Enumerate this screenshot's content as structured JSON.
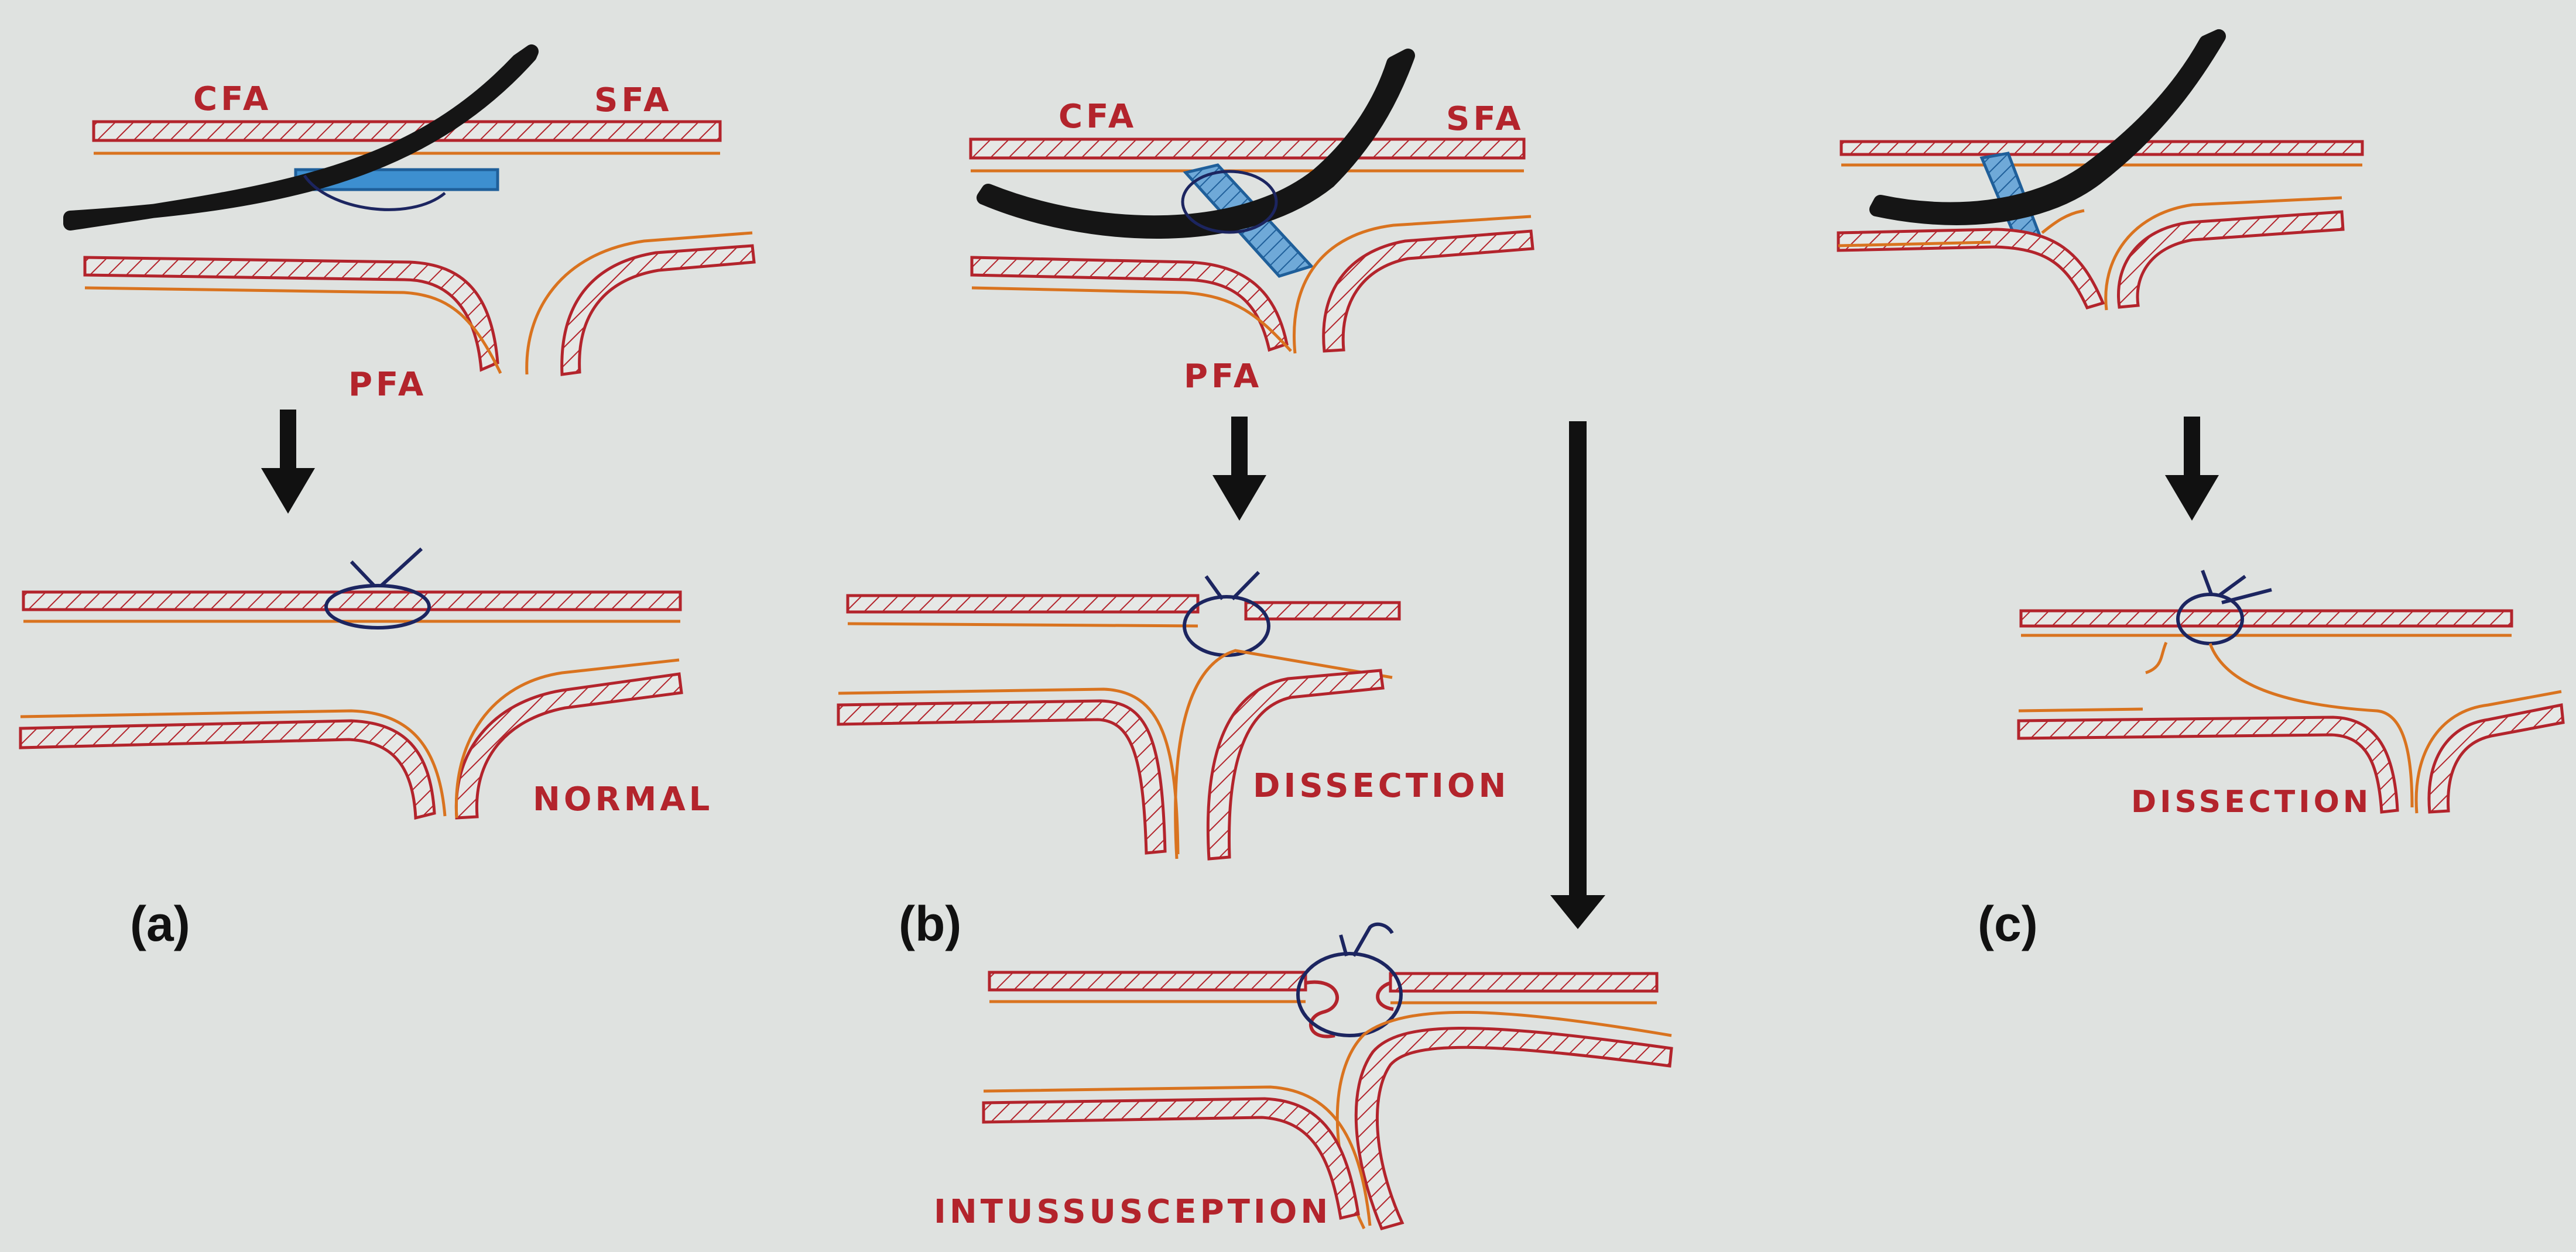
{
  "labels": {
    "cfa_a": "CFA",
    "sfa_a": "SFA",
    "pfa_a": "PFA",
    "cfa_b": "CFA",
    "sfa_b": "SFA",
    "pfa_b": "PFA",
    "normal": "NORMAL",
    "dissection_b": "DISSECTION",
    "dissection_c": "DISSECTION",
    "intussusception": "INTUSSUSCEPTION"
  },
  "panels": [
    "(a)",
    "(b)",
    "(c)"
  ],
  "colors": {
    "background": "#dfe2e0",
    "vessel_wall": "#b3242c",
    "intima": "#d9731f",
    "device_sheath": "#151515",
    "collagen_plug": "#2c7fc4",
    "suture": "#1c2560",
    "arrow": "#111111",
    "label_text": "#b3242c"
  }
}
